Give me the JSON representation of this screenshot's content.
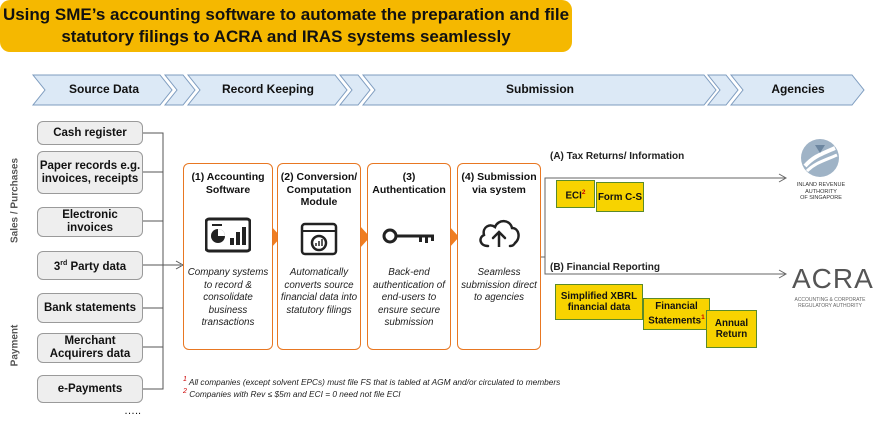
{
  "title": "Using SME’s accounting software to automate the preparation and file statutory filings to ACRA and IRAS systems seamlessly",
  "chevrons": [
    "Source Data",
    "Record Keeping",
    "Submission",
    "Agencies"
  ],
  "side_labels": {
    "sales": "Sales / Purchases",
    "payment": "Payment"
  },
  "sources": [
    "Cash register",
    "Paper records e.g. invoices, receipts",
    "Electronic invoices",
    "3rd Party data",
    "Bank statements",
    "Merchant Acquirers data",
    "e-Payments"
  ],
  "sources_more": "…..",
  "stages": [
    {
      "title": "(1) Accounting Software",
      "desc": "Company systems to record & consolidate business transactions",
      "icon": "dashboard-icon"
    },
    {
      "title": "(2) Conversion/ Computation Module",
      "desc": "Automatically converts source financial data into statutory filings",
      "icon": "computation-window-icon"
    },
    {
      "title": "(3) Authentication",
      "desc": "Back-end authentication of end-users to ensure secure submission",
      "icon": "key-icon"
    },
    {
      "title": "(4) Submission via system",
      "desc": "Seamless submission direct to agencies",
      "icon": "cloud-upload-icon"
    }
  ],
  "tax": {
    "heading": "(A) Tax Returns/ Information",
    "eci": "ECI",
    "eci_sup": "2",
    "form": "Form C-S"
  },
  "fin": {
    "heading": "(B) Financial Reporting",
    "xbrl": "Simplified XBRL financial data",
    "fs": "Financial Statements",
    "fs_sup": "1",
    "ar": "Annual Return"
  },
  "iras": {
    "line1": "INLAND REVENUE",
    "line2": "AUTHORITY",
    "line3": "OF SINGAPORE"
  },
  "acra": {
    "name": "ACRA",
    "line1": "ACCOUNTING & CORPORATE",
    "line2": "REGULATORY AUTHORITY"
  },
  "footnotes": [
    {
      "mark": "1",
      "text": "All companies (except solvent EPCs) must file FS that is tabled at AGM and/or circulated to members"
    },
    {
      "mark": "2",
      "text": "Companies with Rev ≤ $5m and ECI = 0 need not file ECI"
    }
  ],
  "colors": {
    "accent": "#f5b800",
    "chevron": "#dce9f6",
    "stage_border": "#e87722",
    "arrow_orange": "#ef7d22",
    "yellow_box": "#f7d300"
  }
}
